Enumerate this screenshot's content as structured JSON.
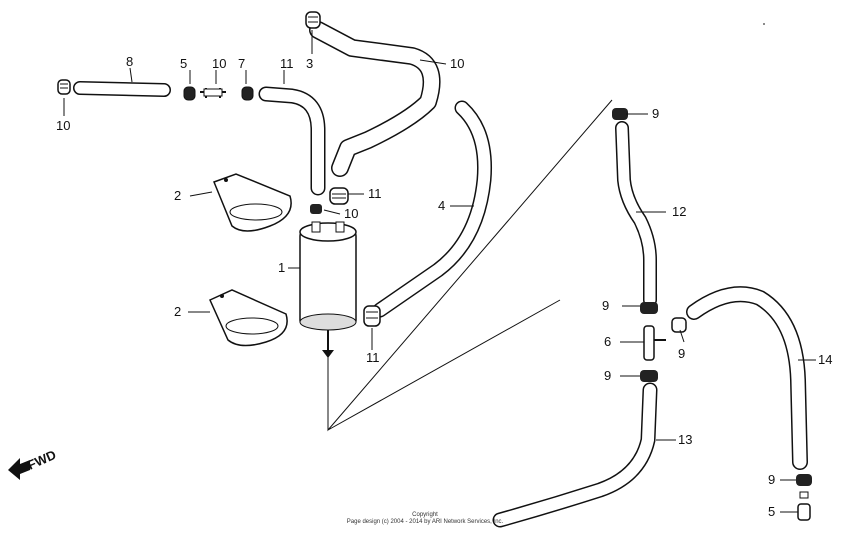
{
  "callouts": [
    {
      "id": "c-8",
      "text": "8"
    },
    {
      "id": "c-10a",
      "text": "10"
    },
    {
      "id": "c-5a",
      "text": "5"
    },
    {
      "id": "c-10b",
      "text": "10"
    },
    {
      "id": "c-7",
      "text": "7"
    },
    {
      "id": "c-11a",
      "text": "11"
    },
    {
      "id": "c-3",
      "text": "3"
    },
    {
      "id": "c-10c",
      "text": "10"
    },
    {
      "id": "c-2a",
      "text": "2"
    },
    {
      "id": "c-11b",
      "text": "11"
    },
    {
      "id": "c-10d",
      "text": "10"
    },
    {
      "id": "c-4",
      "text": "4"
    },
    {
      "id": "c-1",
      "text": "1"
    },
    {
      "id": "c-2b",
      "text": "2"
    },
    {
      "id": "c-11c",
      "text": "11"
    },
    {
      "id": "c-9a",
      "text": "9"
    },
    {
      "id": "c-12",
      "text": "12"
    },
    {
      "id": "c-9b",
      "text": "9"
    },
    {
      "id": "c-6",
      "text": "6"
    },
    {
      "id": "c-9c",
      "text": "9"
    },
    {
      "id": "c-9d",
      "text": "9"
    },
    {
      "id": "c-14",
      "text": "14"
    },
    {
      "id": "c-13",
      "text": "13"
    },
    {
      "id": "c-9e",
      "text": "9"
    },
    {
      "id": "c-5b",
      "text": "5"
    }
  ],
  "fwd_label": "FWD",
  "copyright": {
    "line1": "Copyright",
    "line2": "Page design (c) 2004 - 2014 by ARI Network Services, Inc."
  }
}
